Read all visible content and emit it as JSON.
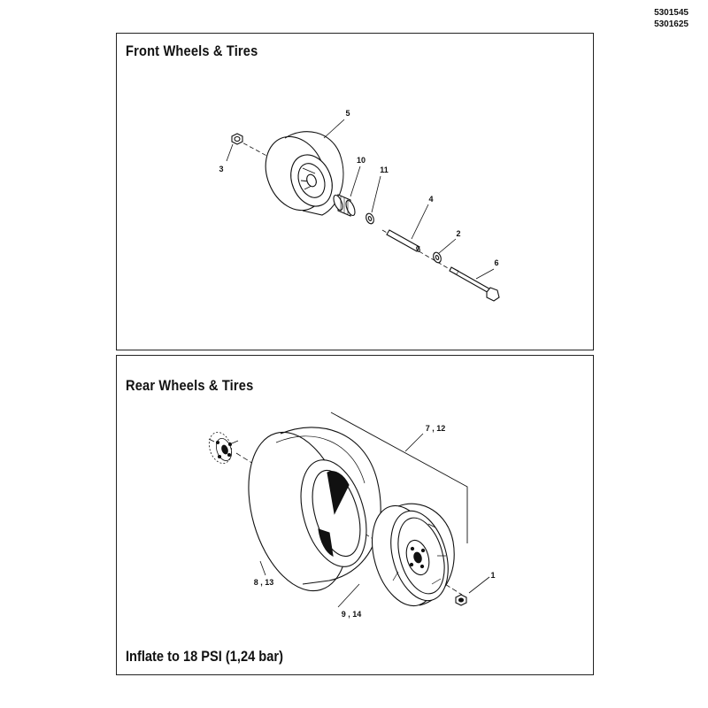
{
  "document": {
    "part_numbers": [
      "5301545",
      "5301625"
    ]
  },
  "front_panel": {
    "title": "Front Wheels & Tires",
    "callouts": [
      "5",
      "3",
      "10",
      "11",
      "4",
      "2",
      "6"
    ]
  },
  "rear_panel": {
    "title": "Rear Wheels & Tires",
    "callouts": [
      "7 , 12",
      "8 , 13",
      "9 , 14",
      "1"
    ],
    "note": "Inflate to 18 PSI (1,24 bar)"
  }
}
